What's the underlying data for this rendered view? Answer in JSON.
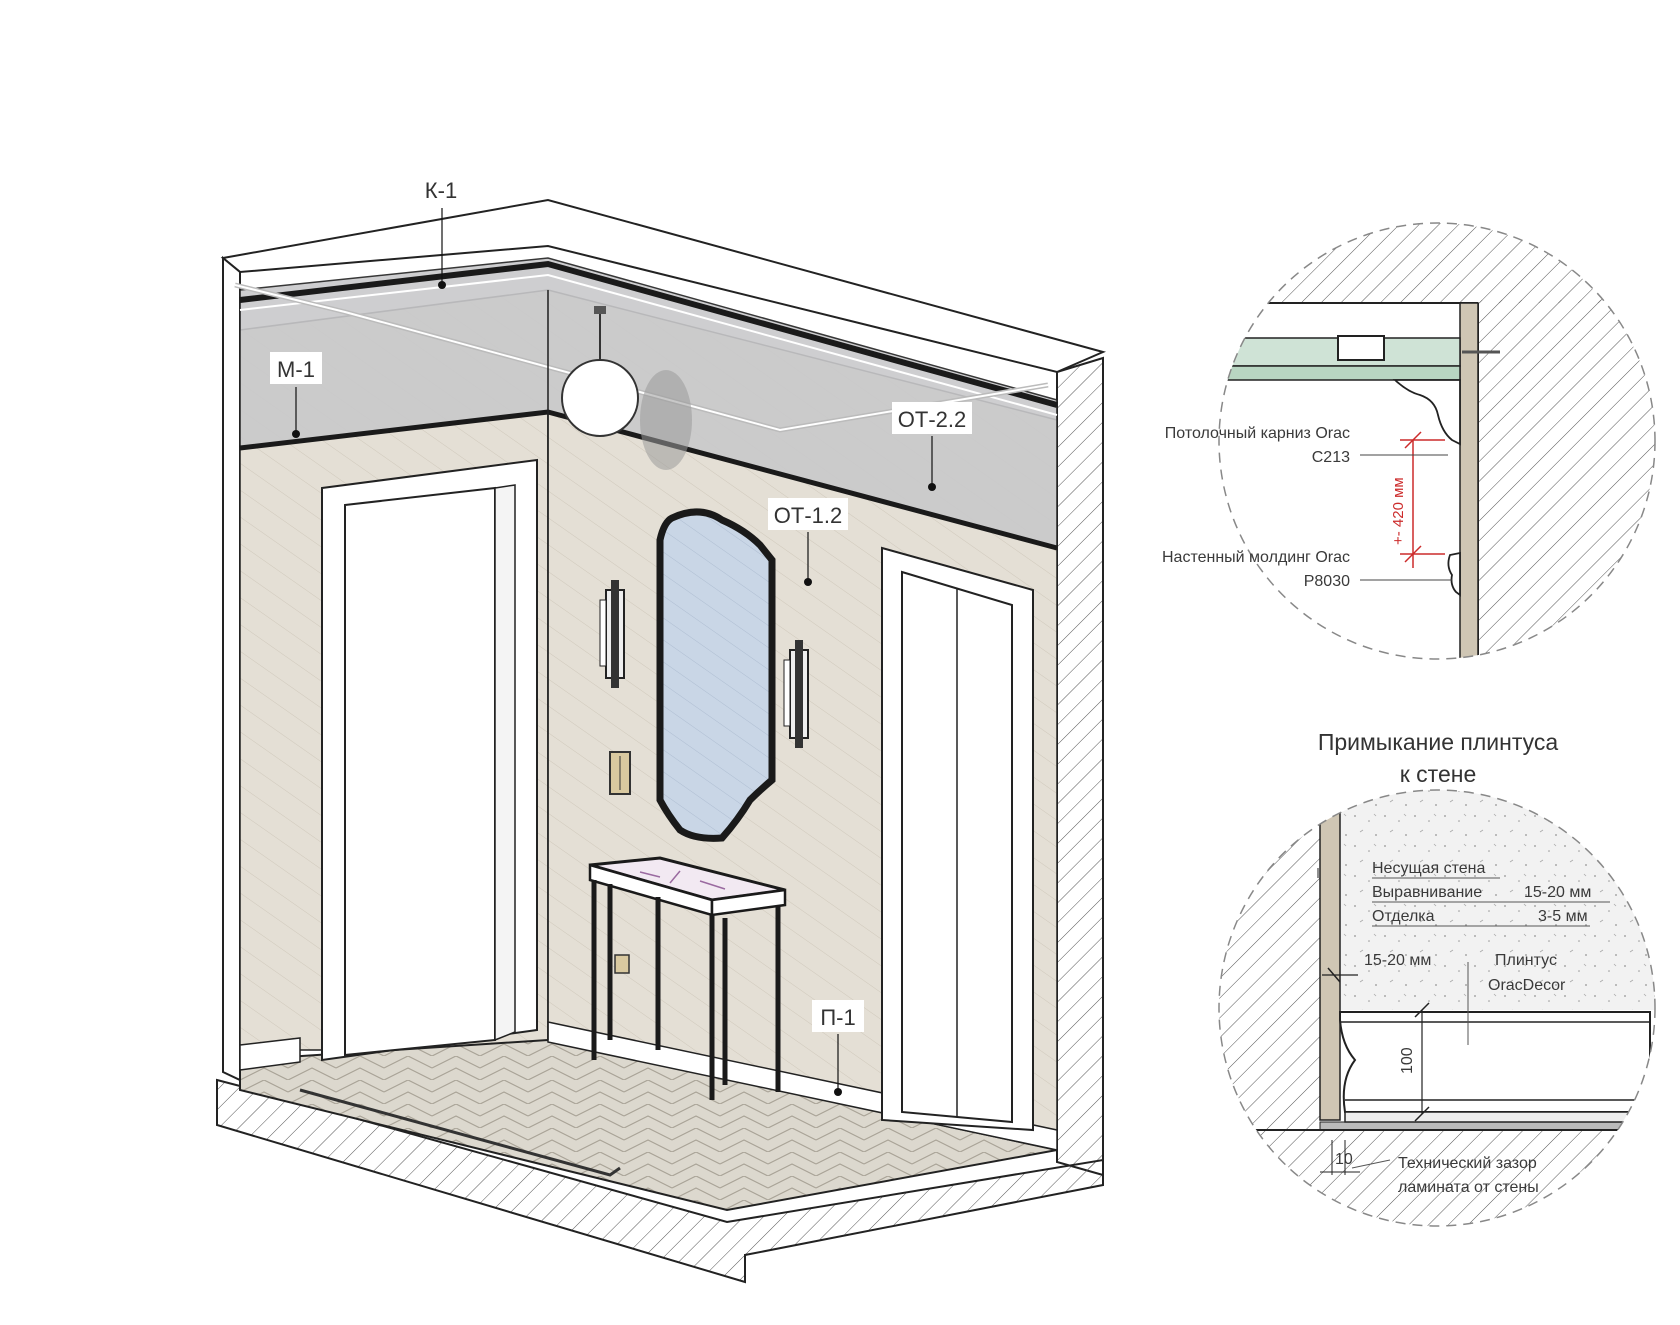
{
  "labels": {
    "k1": "К-1",
    "m1": "М-1",
    "ot22": "ОТ-2.2",
    "ot12": "ОТ-1.2",
    "p1": "П-1"
  },
  "detail_top": {
    "cornice_line1": "Потолочный карниз Orac",
    "cornice_line2": "C213",
    "dimension": "+- 420 мм",
    "molding_line1": "Настенный молдинг Orac",
    "molding_line2": "P8030"
  },
  "detail_bottom": {
    "title_line1": "Примыкание плинтуса",
    "title_line2": "к стене",
    "layer1": "Несущая стена",
    "layer2": "Выравнивание",
    "layer2_value": "15-20 мм",
    "layer3": "Отделка",
    "layer3_value": "3-5 мм",
    "gap_dim": "15-20 мм",
    "skirting_line1": "Плинтус",
    "skirting_line2": "OracDecor",
    "height_dim": "100",
    "gap_bottom": "10",
    "tech_line1": "Технический зазор",
    "tech_line2": "ламината от стены"
  },
  "colors": {
    "wall": "#e4dfd5",
    "ceiling_band": "#c9c9cb",
    "mirror": "#c9d6e6",
    "line": "#1a1a1a",
    "dimension": "#cc2b2b"
  }
}
